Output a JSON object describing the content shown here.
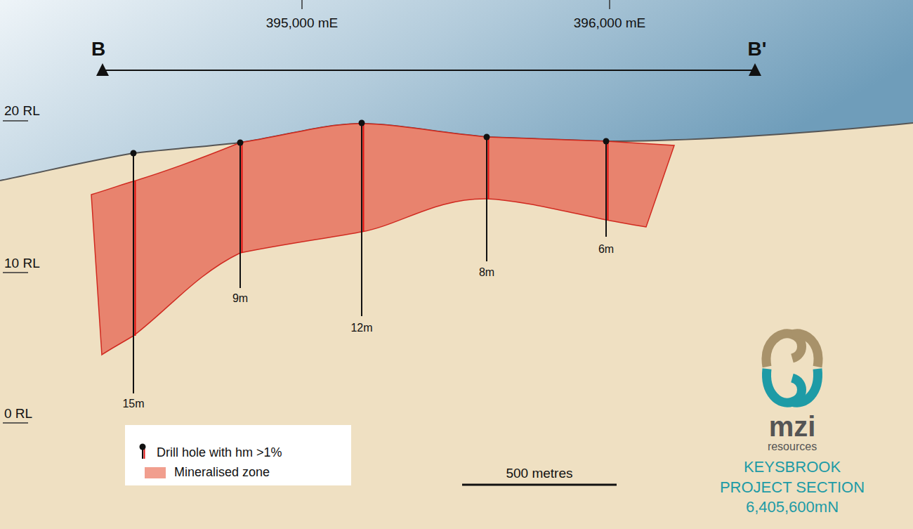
{
  "diagram": {
    "title": "KEYSBROOK PROJECT SECTION 6,405,600mN",
    "labels": [
      "B",
      "B'",
      "395,000 mE",
      "396,000 mE",
      "20 RL",
      "10 RL",
      "0 RL",
      "15m",
      "9m",
      "12m",
      "8m",
      "6m",
      "500 metres",
      "mzi",
      "resources"
    ],
    "legend": [
      {
        "text": "Drill hole with hm >1%"
      },
      {
        "text": "Mineralised zone",
        "color": "#f19e8e"
      }
    ]
  }
}
